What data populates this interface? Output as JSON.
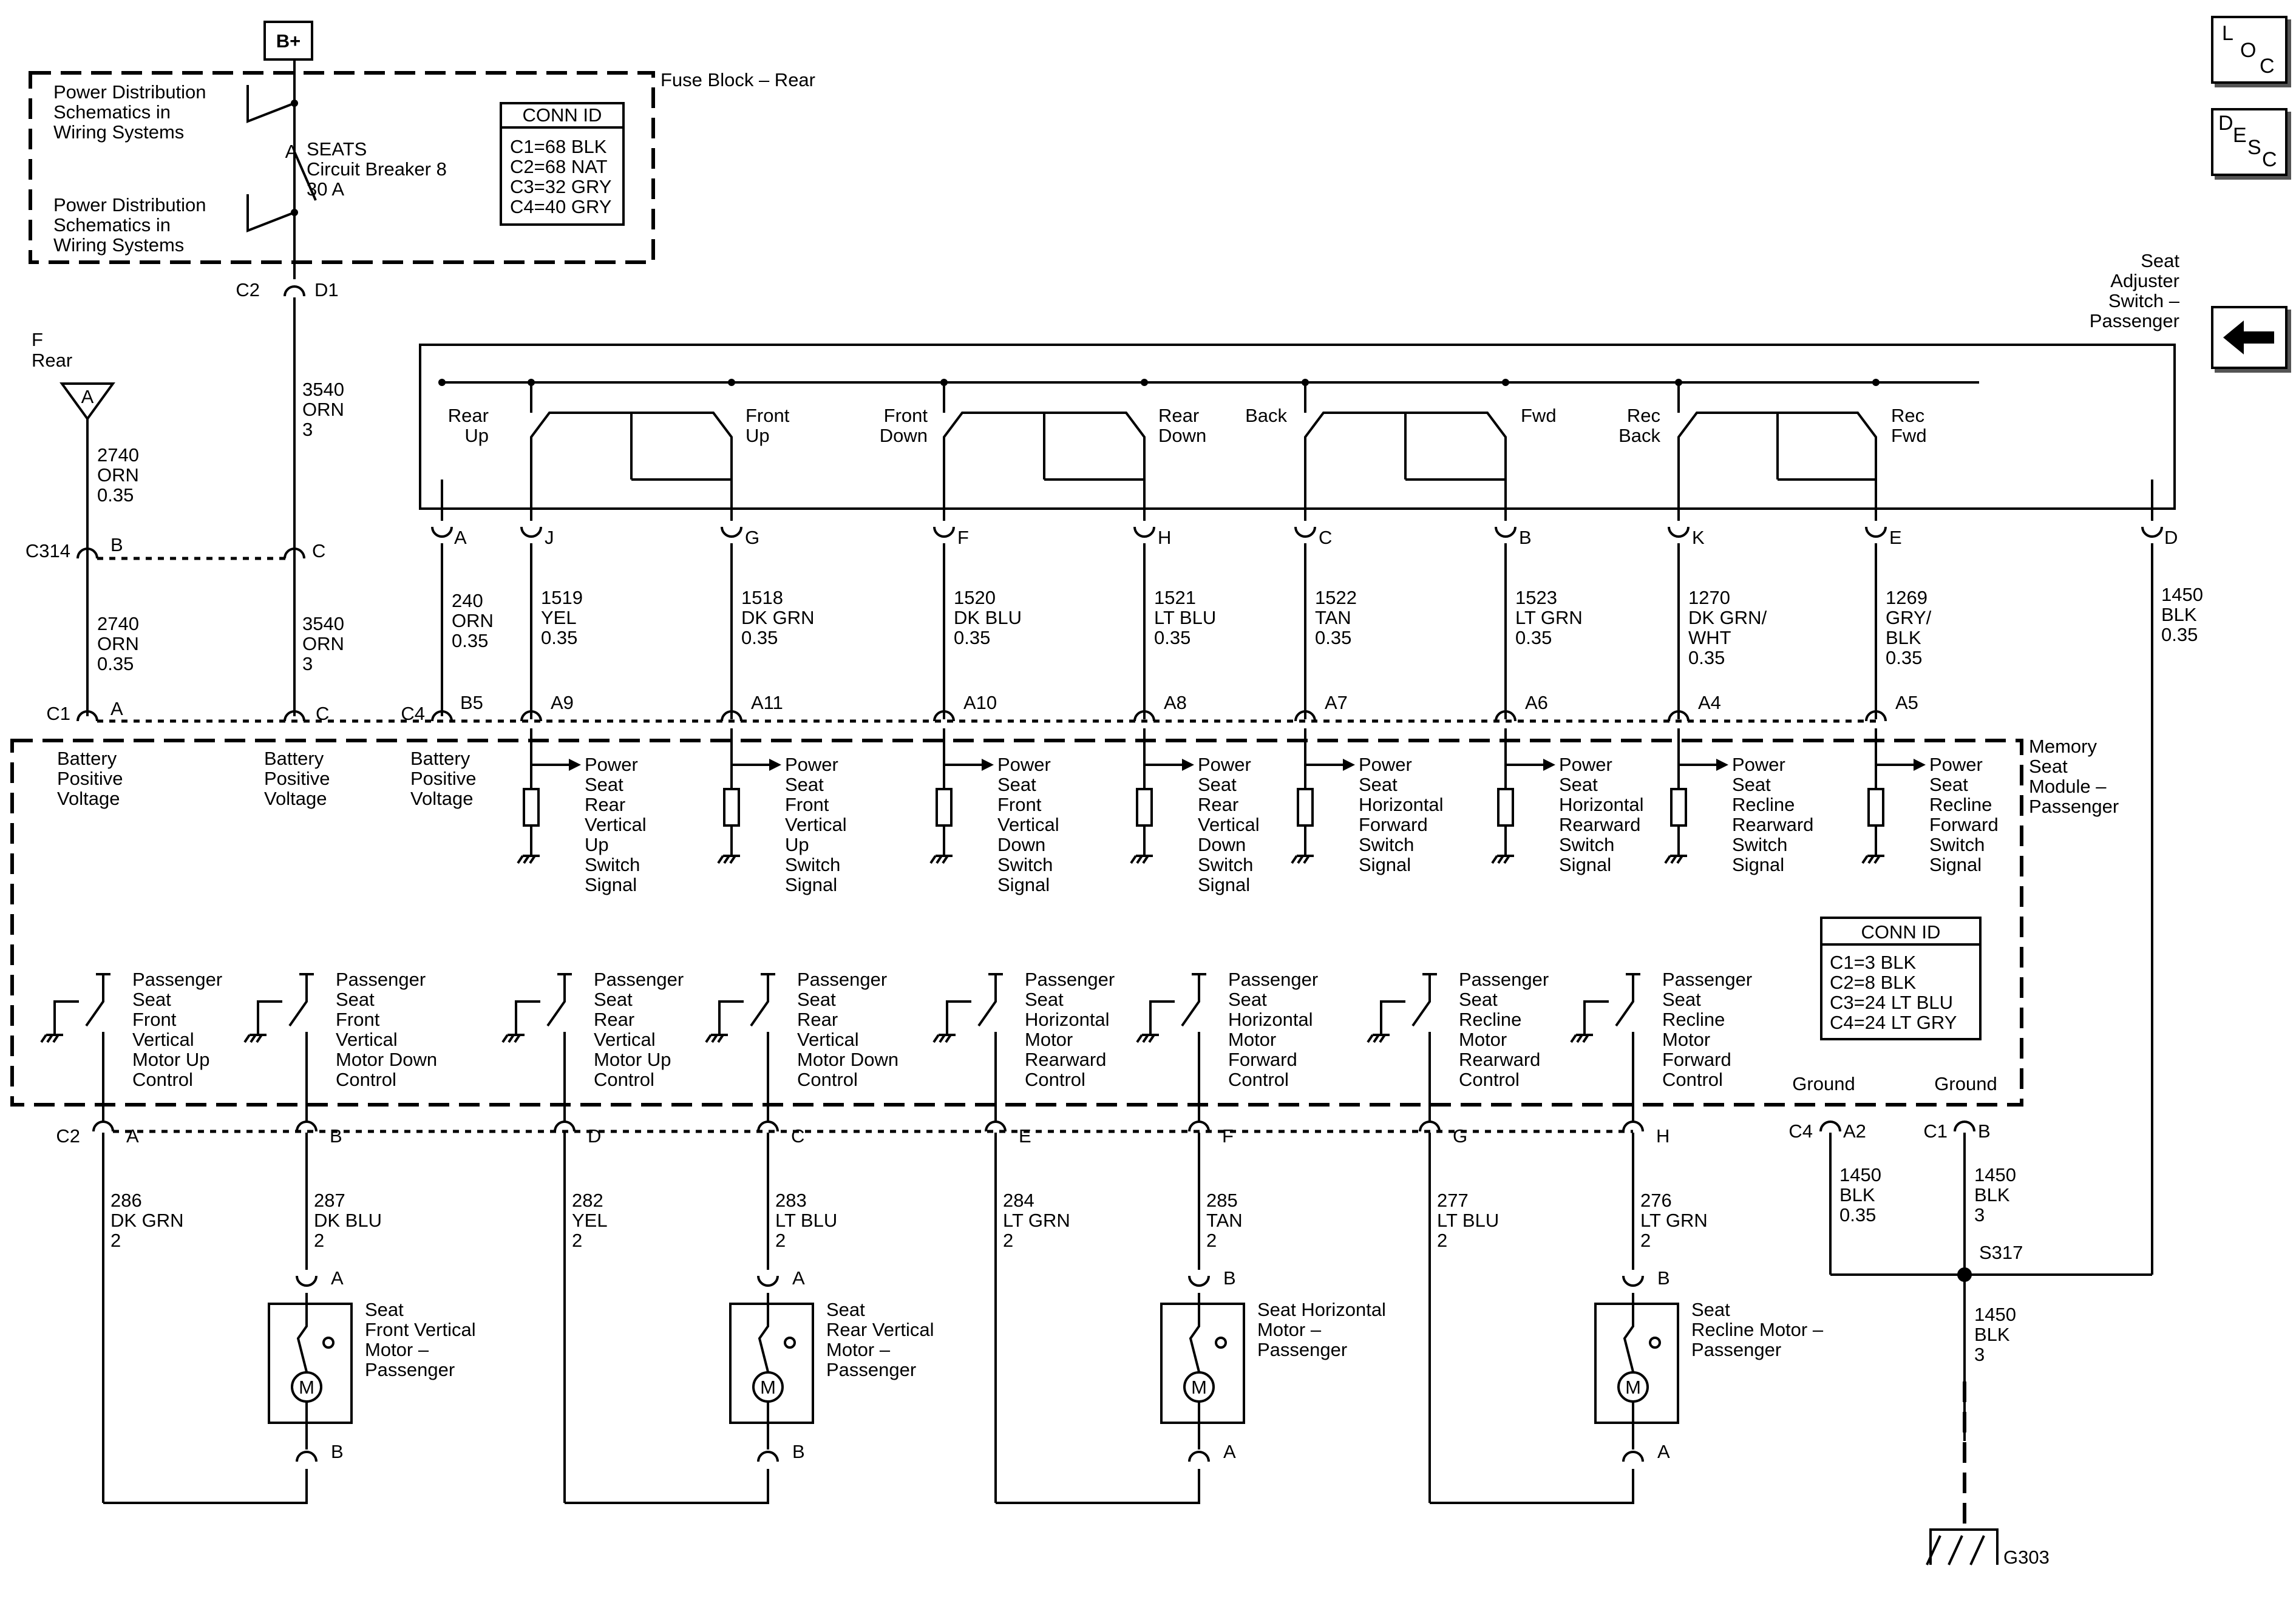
{
  "power": {
    "bplus": "B+",
    "fuse_block_rear_label": "Fuse Block – Rear",
    "fuse_block_rear_left": "Fuse Block – Rear",
    "fuse_ref": "A"
  },
  "pd1": [
    "Power Distribution",
    "Schematics in",
    "Wiring Systems"
  ],
  "pd2": [
    "Power Distribution",
    "Schematics in",
    "Wiring Systems"
  ],
  "breaker": [
    "SEATS",
    "Circuit Breaker 8",
    "30 A"
  ],
  "conn_id_fuse": {
    "title": "CONN ID",
    "rows": [
      "C1=68 BLK",
      "C2=68 NAT",
      "C3=32 GRY",
      "C4=40 GRY"
    ]
  },
  "conn_id_module": {
    "title": "CONN ID",
    "rows": [
      "C1=3 BLK",
      "C2=8 BLK",
      "C3=24 LT BLU",
      "C4=24 LT GRY"
    ]
  },
  "switch_title": [
    "Seat",
    "Adjuster",
    "Switch –",
    "Passenger"
  ],
  "module_title": [
    "Memory",
    "Seat",
    "Module –",
    "Passenger"
  ],
  "connectors": {
    "c2": "C2",
    "d1": "D1",
    "c314": "C314",
    "c314_b": "B",
    "c314_c": "C",
    "c1": "C1",
    "c1_a": "A",
    "c1_c": "C",
    "c4": "C4",
    "c4_b5": "B5"
  },
  "wires": {
    "w3540a": [
      "3540",
      "ORN",
      "3"
    ],
    "w2740a": [
      "2740",
      "ORN",
      "0.35"
    ],
    "w2740b": [
      "2740",
      "ORN",
      "0.35"
    ],
    "w3540b": [
      "3540",
      "ORN",
      "3"
    ],
    "w240": [
      "240",
      "ORN",
      "0.35"
    ],
    "w1450top": [
      "1450",
      "BLK",
      "0.35"
    ]
  },
  "battery_labels": [
    [
      "Battery",
      "Positive",
      "Voltage"
    ],
    [
      "Battery",
      "Positive",
      "Voltage"
    ],
    [
      "Battery",
      "Positive",
      "Voltage"
    ]
  ],
  "switch_labels": [
    [
      "Rear",
      "Up"
    ],
    [
      "Front",
      "Up"
    ],
    [
      "Front",
      "Down"
    ],
    [
      "Rear",
      "Down"
    ],
    [
      "Back"
    ],
    [
      "Fwd"
    ],
    [
      "Rec",
      "Back"
    ],
    [
      "Rec",
      "Fwd"
    ]
  ],
  "switch_pins": {
    "a": "A",
    "d": "D"
  },
  "signals": [
    {
      "pin": "J",
      "wire": [
        "1519",
        "YEL",
        "0.35"
      ],
      "mod_pin": "A9",
      "label": [
        "Power",
        "Seat",
        "Rear",
        "Vertical",
        "Up",
        "Switch",
        "Signal"
      ]
    },
    {
      "pin": "G",
      "wire": [
        "1518",
        "DK GRN",
        "0.35"
      ],
      "mod_pin": "A11",
      "label": [
        "Power",
        "Seat",
        "Front",
        "Vertical",
        "Up",
        "Switch",
        "Signal"
      ]
    },
    {
      "pin": "F",
      "wire": [
        "1520",
        "DK BLU",
        "0.35"
      ],
      "mod_pin": "A10",
      "label": [
        "Power",
        "Seat",
        "Front",
        "Vertical",
        "Down",
        "Switch",
        "Signal"
      ]
    },
    {
      "pin": "H",
      "wire": [
        "1521",
        "LT BLU",
        "0.35"
      ],
      "mod_pin": "A8",
      "label": [
        "Power",
        "Seat",
        "Rear",
        "Vertical",
        "Down",
        "Switch",
        "Signal"
      ]
    },
    {
      "pin": "C",
      "wire": [
        "1522",
        "TAN",
        "0.35"
      ],
      "mod_pin": "A7",
      "label": [
        "Power",
        "Seat",
        "Horizontal",
        "Forward",
        "Switch",
        "Signal"
      ]
    },
    {
      "pin": "B",
      "wire": [
        "1523",
        "LT GRN",
        "0.35"
      ],
      "mod_pin": "A6",
      "label": [
        "Power",
        "Seat",
        "Horizontal",
        "Rearward",
        "Switch",
        "Signal"
      ]
    },
    {
      "pin": "K",
      "wire": [
        "1270",
        "DK GRN/",
        "WHT",
        "0.35"
      ],
      "mod_pin": "A4",
      "label": [
        "Power",
        "Seat",
        "Recline",
        "Rearward",
        "Switch",
        "Signal"
      ]
    },
    {
      "pin": "E",
      "wire": [
        "1269",
        "GRY/",
        "BLK",
        "0.35"
      ],
      "mod_pin": "A5",
      "label": [
        "Power",
        "Seat",
        "Recline",
        "Forward",
        "Switch",
        "Signal"
      ]
    }
  ],
  "controls": [
    {
      "label": [
        "Passenger",
        "Seat",
        "Front",
        "Vertical",
        "Motor Up",
        "Control"
      ],
      "pin": "A",
      "wire": [
        "286",
        "DK GRN",
        "2"
      ]
    },
    {
      "label": [
        "Passenger",
        "Seat",
        "Front",
        "Vertical",
        "Motor Down",
        "Control"
      ],
      "pin": "B",
      "wire": [
        "287",
        "DK BLU",
        "2"
      ]
    },
    {
      "label": [
        "Passenger",
        "Seat",
        "Rear",
        "Vertical",
        "Motor Up",
        "Control"
      ],
      "pin": "D",
      "wire": [
        "282",
        "YEL",
        "2"
      ]
    },
    {
      "label": [
        "Passenger",
        "Seat",
        "Rear",
        "Vertical",
        "Motor Down",
        "Control"
      ],
      "pin": "C",
      "wire": [
        "283",
        "LT BLU",
        "2"
      ]
    },
    {
      "label": [
        "Passenger",
        "Seat",
        "Horizontal",
        "Motor",
        "Rearward",
        "Control"
      ],
      "pin": "E",
      "wire": [
        "284",
        "LT GRN",
        "2"
      ]
    },
    {
      "label": [
        "Passenger",
        "Seat",
        "Horizontal",
        "Motor",
        "Forward",
        "Control"
      ],
      "pin": "F",
      "wire": [
        "285",
        "TAN",
        "2"
      ]
    },
    {
      "label": [
        "Passenger",
        "Seat",
        "Recline",
        "Motor",
        "Rearward",
        "Control"
      ],
      "pin": "G",
      "wire": [
        "277",
        "LT BLU",
        "2"
      ]
    },
    {
      "label": [
        "Passenger",
        "Seat",
        "Recline",
        "Motor",
        "Forward",
        "Control"
      ],
      "pin": "H",
      "wire": [
        "276",
        "LT GRN",
        "2"
      ]
    }
  ],
  "motors": [
    {
      "label": [
        "Seat",
        "Front Vertical",
        "Motor –",
        "Passenger"
      ],
      "top_pin": "A",
      "bot_pin": "B",
      "glyph": "M"
    },
    {
      "label": [
        "Seat",
        "Rear Vertical",
        "Motor –",
        "Passenger"
      ],
      "top_pin": "A",
      "bot_pin": "B",
      "glyph": "M"
    },
    {
      "label": [
        "Seat Horizontal",
        "Motor –",
        "Passenger"
      ],
      "top_pin": "B",
      "bot_pin": "A",
      "glyph": "M"
    },
    {
      "label": [
        "Seat",
        "Recline Motor –",
        "Passenger"
      ],
      "top_pin": "B",
      "bot_pin": "A",
      "glyph": "M"
    }
  ],
  "ground": {
    "label1": "Ground",
    "label2": "Ground",
    "c4": "C4",
    "a2": "A2",
    "c1": "C1",
    "b": "B",
    "w1": [
      "1450",
      "BLK",
      "0.35"
    ],
    "w2": [
      "1450",
      "BLK",
      "3"
    ],
    "w3": [
      "1450",
      "BLK",
      "3"
    ],
    "splice": "S317",
    "gnd": "G303"
  },
  "nav": {
    "loc": [
      "L",
      "O",
      "C"
    ],
    "desc": [
      "D",
      "E",
      "S",
      "C"
    ],
    "back_icon": "left-arrow-icon"
  }
}
